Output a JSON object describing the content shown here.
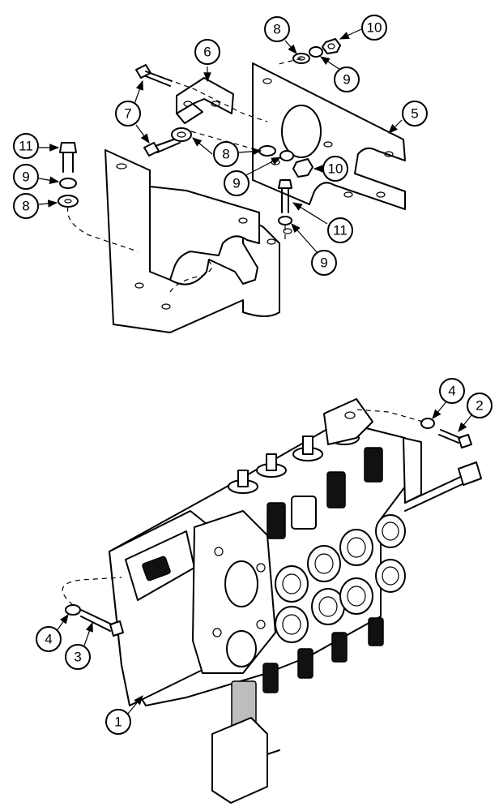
{
  "callouts": {
    "c1": "1",
    "c2": "2",
    "c3": "3",
    "c4a": "4",
    "c4b": "4",
    "c5": "5",
    "c6": "6",
    "c7": "7",
    "c8a": "8",
    "c8b": "8",
    "c8c": "8",
    "c9a": "9",
    "c9b": "9",
    "c9c": "9",
    "c9d": "9",
    "c10a": "10",
    "c10b": "10",
    "c11a": "11",
    "c11b": "11"
  }
}
